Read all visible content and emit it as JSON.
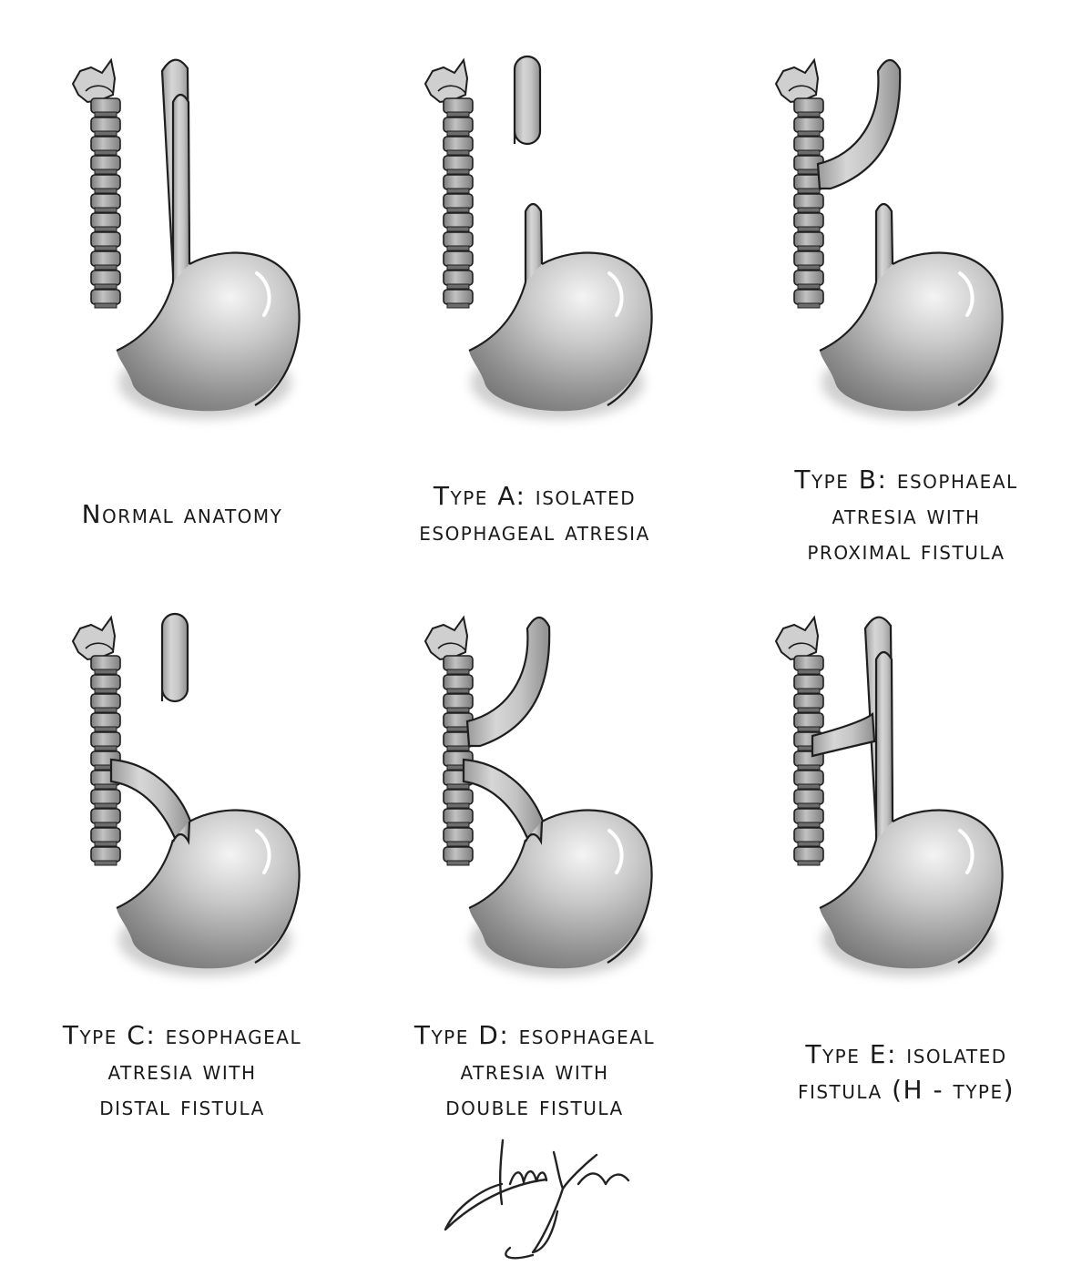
{
  "figure": {
    "panels": [
      {
        "id": "normal",
        "caption_lines": [
          "Normal anatomy"
        ],
        "variant": "normal"
      },
      {
        "id": "type-a",
        "caption_lines": [
          "Type A: isolated",
          "esophageal atresia"
        ],
        "variant": "A"
      },
      {
        "id": "type-b",
        "caption_lines": [
          "Type B: esophaeal",
          "atresia with",
          "proximal fistula"
        ],
        "variant": "B"
      },
      {
        "id": "type-c",
        "caption_lines": [
          "Type C: esophageal",
          "atresia with",
          "distal fistula"
        ],
        "variant": "C"
      },
      {
        "id": "type-d",
        "caption_lines": [
          "Type D: esophageal",
          "atresia with",
          "double fistula"
        ],
        "variant": "D"
      },
      {
        "id": "type-e",
        "caption_lines": [
          "Type E: isolated",
          "fistula (H - type)"
        ],
        "variant": "E"
      }
    ],
    "signature": "artist-signature",
    "colors": {
      "outline": "#1e1e1e",
      "organ_fill": "#c8c8c8",
      "organ_shadow": "#8a8a8a",
      "ring": "#a9a9a9",
      "larynx": "#cfcfcf"
    }
  }
}
